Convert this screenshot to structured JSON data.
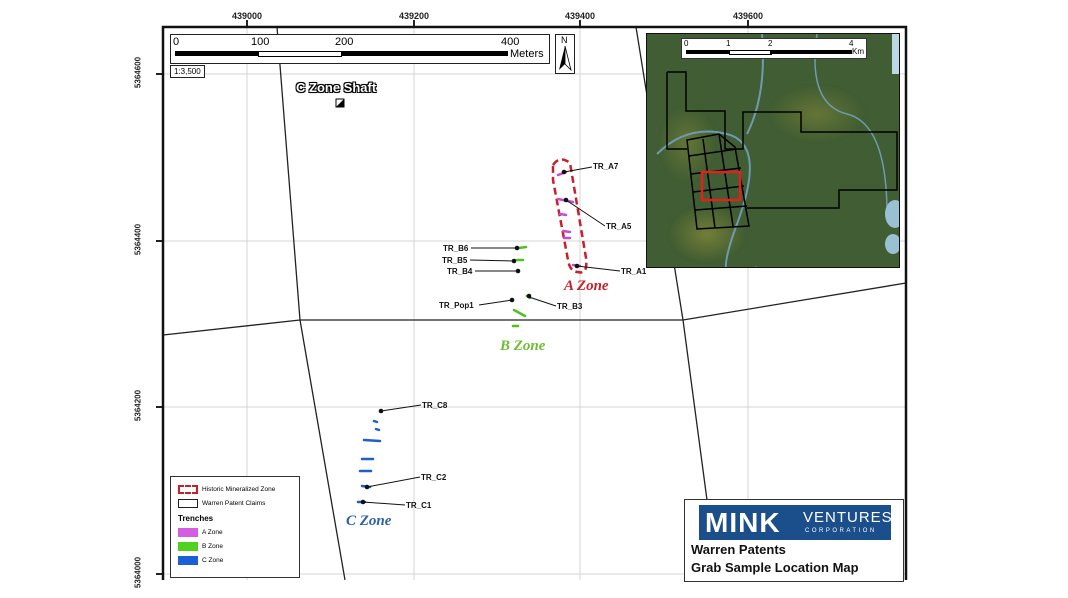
{
  "map": {
    "x_ticks": [
      "439000",
      "439200",
      "439400",
      "439600"
    ],
    "y_ticks": [
      "5364600",
      "5364400",
      "5364200",
      "5364000"
    ],
    "scale_bar": {
      "labels": [
        "0",
        "100",
        "200",
        "400"
      ],
      "unit": "Meters"
    },
    "scale_ratio": "1:3,500",
    "north_label": "N",
    "feature_label": "C Zone Shaft",
    "trench_labels": {
      "a": [
        "TR_A7",
        "TR_A5",
        "TR_A1"
      ],
      "b": [
        "TR_B6",
        "TR_B5",
        "TR_B4",
        "TR_Pop1",
        "TR_B3"
      ],
      "c": [
        "TR_C8",
        "TR_C2",
        "TR_C1"
      ]
    },
    "zone_labels": {
      "a": "A Zone",
      "b": "B Zone",
      "c": "C Zone"
    },
    "colors": {
      "a_zone": "#c04fd0",
      "b_zone": "#4ec21e",
      "c_zone": "#1e5fc8",
      "historic": "#c8202a",
      "brand": "#1a4f8b"
    }
  },
  "inset": {
    "scale_bar": {
      "labels": [
        "0",
        "1",
        "2",
        "4"
      ],
      "unit": "Km"
    }
  },
  "legend": {
    "historic": "Historic Mineralized Zone",
    "claims": "Warren Patent Claims",
    "trenches_heading": "Trenches",
    "items": [
      "A Zone",
      "B Zone",
      "C Zone"
    ]
  },
  "title_block": {
    "logo_main": "MINK",
    "logo_sub1": "VENTURES",
    "logo_sub2": "CORPORATION",
    "title_line1": "Warren Patents",
    "title_line2": "Grab Sample Location Map"
  }
}
